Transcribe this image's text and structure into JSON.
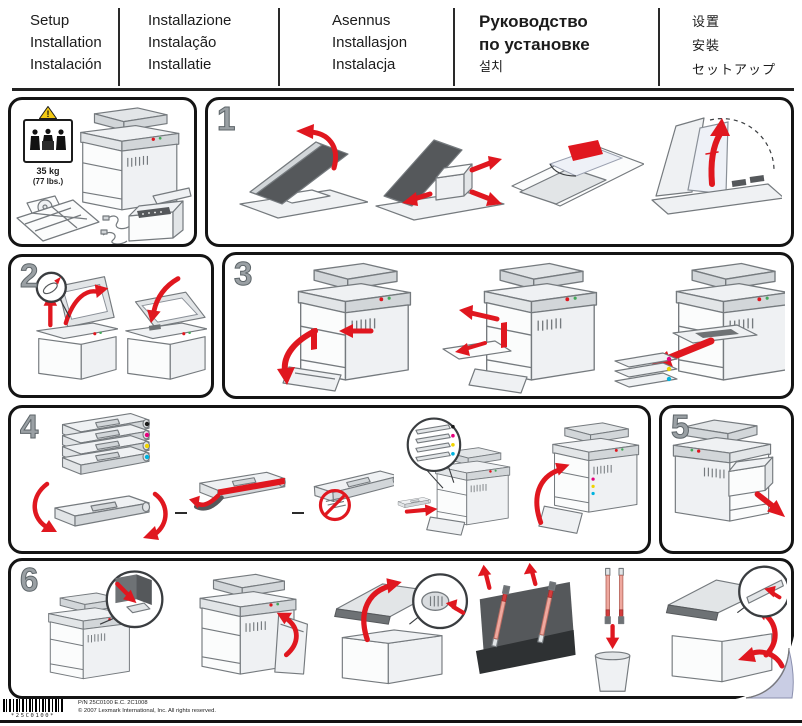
{
  "page": {
    "background": "#ffffff",
    "rule_color": "#222222",
    "panel_border": "#141414",
    "step_number_color": "#9aa0a4",
    "accent_red": "#e0171f",
    "toner_dot_colors": {
      "black": "#1a1a1a",
      "magenta": "#e5007d",
      "yellow": "#f0d400",
      "cyan": "#00b3df"
    }
  },
  "header": {
    "columns": [
      {
        "lines": [
          "Setup",
          "Installation",
          "Instalación"
        ]
      },
      {
        "lines": [
          "Installazione",
          "Instalação",
          "Installatie"
        ]
      },
      {
        "lines": [
          "Asennus",
          "Installasjon",
          "Instalacja"
        ]
      },
      {
        "lines": [
          "Руководство",
          "по установке",
          "설치"
        ]
      },
      {
        "lines": [
          "设置",
          "安裝",
          "セットアップ"
        ]
      }
    ]
  },
  "step_numbers": [
    "1",
    "2",
    "3",
    "4",
    "5",
    "6"
  ],
  "unpack": {
    "warning_mark": "!",
    "weight_kg": "35 kg",
    "weight_lbs": "(77 lbs.)"
  },
  "footer": {
    "barcode_label": "*25C0100*",
    "part_number_line": "P/N 25C0100 E.C. 2C1008",
    "copyright_line": "© 2007 Lexmark International, Inc. All rights reserved."
  }
}
